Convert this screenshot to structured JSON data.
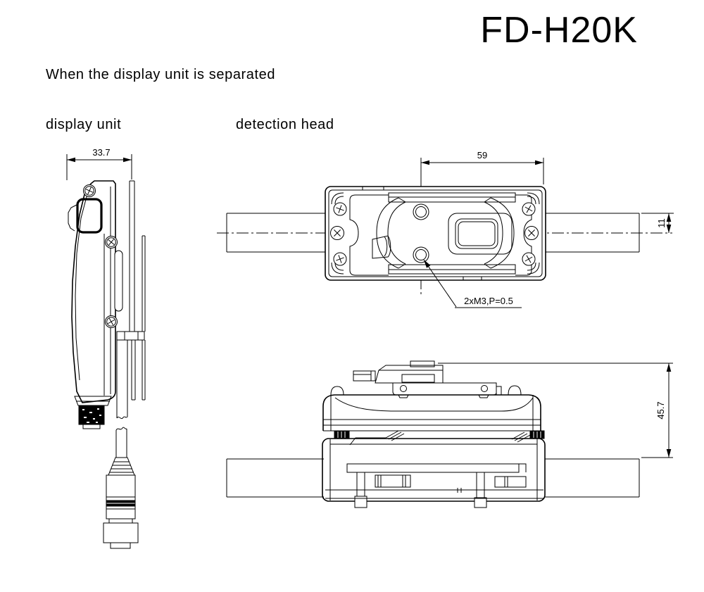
{
  "page": {
    "title": "FD-H20K",
    "subtitle": "When the display unit is separated"
  },
  "labels": {
    "display_unit": "display unit",
    "detection_head": "detection head"
  },
  "drawings": {
    "display_unit": {
      "dim_width": "33.7"
    },
    "detection_head_top": {
      "dim_width": "59",
      "dim_pipe_offset": "11",
      "screw_note": "2xM3,P=0.5"
    },
    "detection_head_side": {
      "dim_height": "45.7"
    }
  },
  "colors": {
    "line": "#000000",
    "background": "#ffffff"
  }
}
